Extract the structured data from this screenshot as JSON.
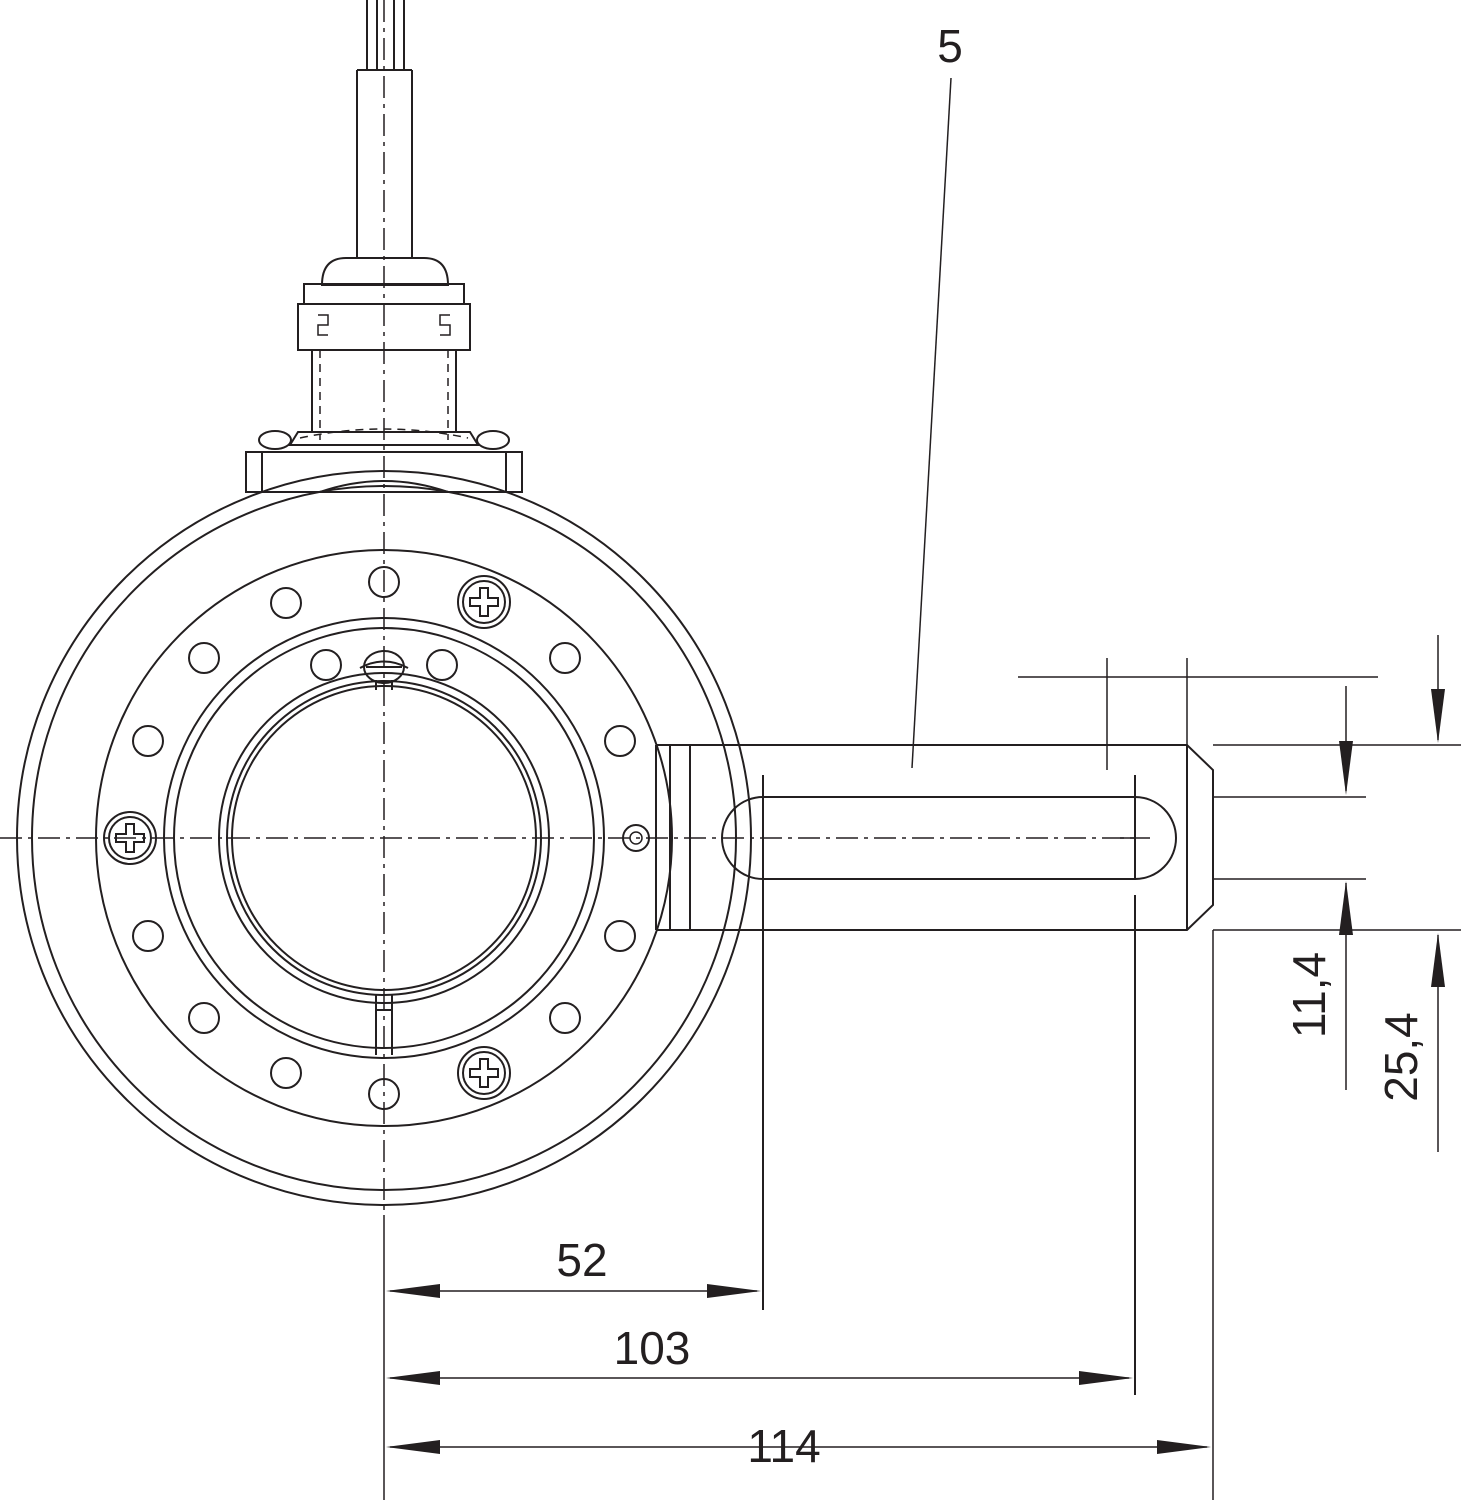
{
  "labels": {
    "item_number": "5",
    "dim_52": "52",
    "dim_103": "103",
    "dim_114": "114",
    "dim_11_4": "11,4",
    "dim_25_4": "25,4"
  },
  "colors": {
    "line": "#231f20",
    "background": "#ffffff"
  }
}
